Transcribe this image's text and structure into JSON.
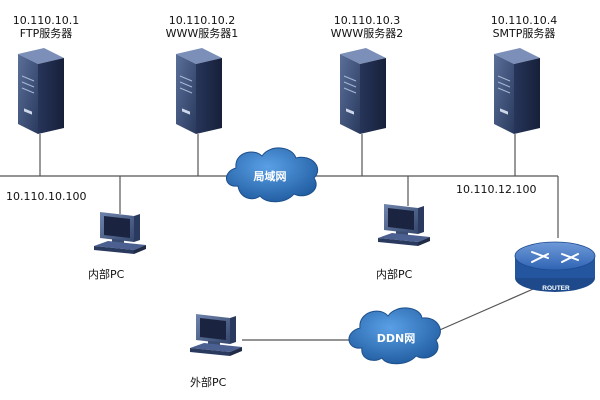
{
  "servers": [
    {
      "ip": "10.110.10.1",
      "name": "FTP服务器",
      "icon": "server-tower-icon"
    },
    {
      "ip": "10.110.10.2",
      "name": "WWW服务器1",
      "icon": "server-tower-icon"
    },
    {
      "ip": "10.110.10.3",
      "name": "WWW服务器2",
      "icon": "server-tower-icon"
    },
    {
      "ip": "10.110.10.4",
      "name": "SMTP服务器",
      "icon": "server-tower-icon"
    }
  ],
  "lan": {
    "label": "局域网",
    "left_ip": "10.110.10.100"
  },
  "wan": {
    "label": "DDN网"
  },
  "router": {
    "label": "ROUTER",
    "ip": "10.110.12.100",
    "icon": "router-icon"
  },
  "pcs": {
    "internal_left": "内部PC",
    "internal_right": "内部PC",
    "external": "外部PC"
  },
  "colors": {
    "server_body": "#3b4f7a",
    "server_dark": "#1f2b47",
    "pc_body": "#4a5f86",
    "cloud": "#2f6fb5",
    "router": "#2a5da8",
    "line": "#555555"
  }
}
